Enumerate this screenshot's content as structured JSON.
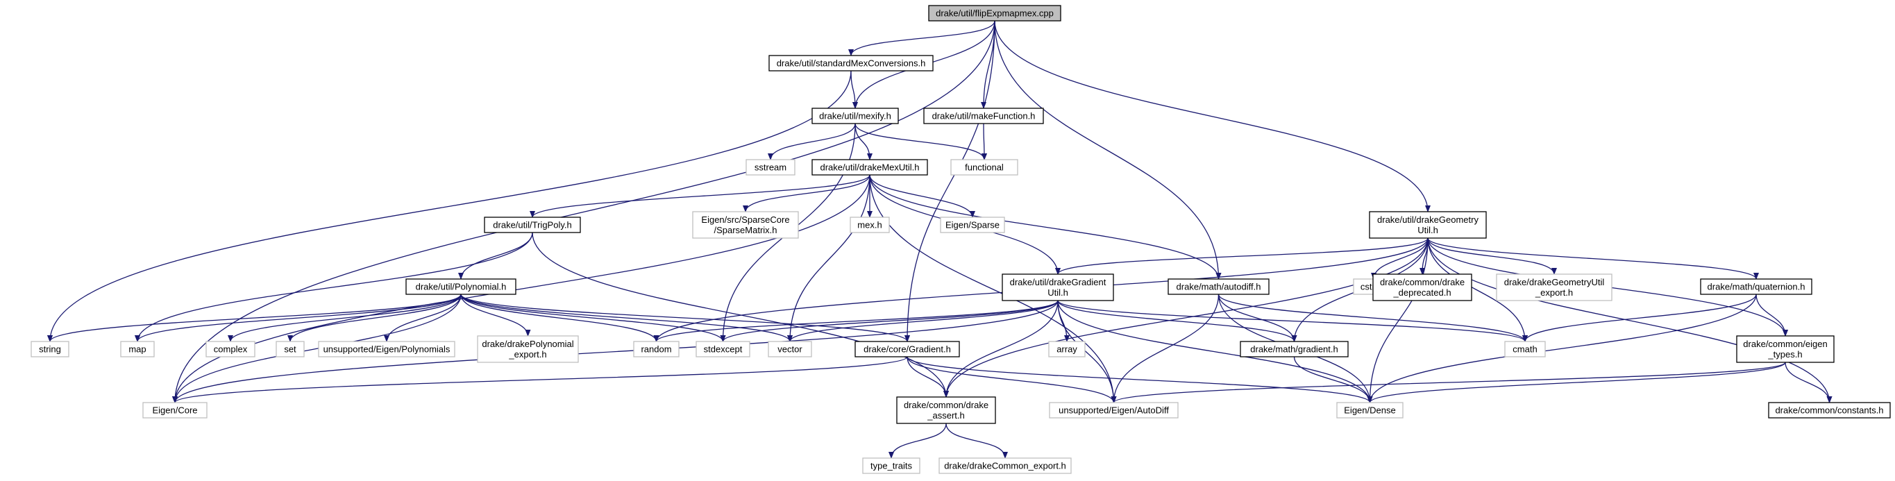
{
  "colors": {
    "edge": "#191970",
    "root_fill": "#bfbfbf",
    "node_border": "#000000",
    "external_border": "#bfbfbf",
    "background": "#ffffff"
  },
  "nodes": {
    "flipexpmapmex_cpp": {
      "lines": [
        "drake/util/flipExpmapmex.cpp"
      ],
      "style": "root"
    },
    "standardmexconversions_h": {
      "lines": [
        "drake/util/standardMexConversions.h"
      ],
      "style": "normal"
    },
    "mexify_h": {
      "lines": [
        "drake/util/mexify.h"
      ],
      "style": "normal"
    },
    "makefunction_h": {
      "lines": [
        "drake/util/makeFunction.h"
      ],
      "style": "normal"
    },
    "functional": {
      "lines": [
        "functional"
      ],
      "style": "external"
    },
    "sstream": {
      "lines": [
        "sstream"
      ],
      "style": "external"
    },
    "drakemexutil_h": {
      "lines": [
        "drake/util/drakeMexUtil.h"
      ],
      "style": "normal"
    },
    "trigpoly_h": {
      "lines": [
        "drake/util/TrigPoly.h"
      ],
      "style": "normal"
    },
    "sparsematrix_h": {
      "lines": [
        "Eigen/src/SparseCore",
        "/SparseMatrix.h"
      ],
      "style": "external"
    },
    "mex_h": {
      "lines": [
        "mex.h"
      ],
      "style": "external"
    },
    "eigen_sparse": {
      "lines": [
        "Eigen/Sparse"
      ],
      "style": "external"
    },
    "drakegeometryutil_h": {
      "lines": [
        "drake/util/drakeGeometry",
        "Util.h"
      ],
      "style": "normal"
    },
    "polynomial_h": {
      "lines": [
        "drake/util/Polynomial.h"
      ],
      "style": "normal"
    },
    "drakegradientutil_h": {
      "lines": [
        "drake/util/drakeGradient",
        "Util.h"
      ],
      "style": "normal"
    },
    "autodiff_h": {
      "lines": [
        "drake/math/autodiff.h"
      ],
      "style": "normal"
    },
    "cstring": {
      "lines": [
        "cstring"
      ],
      "style": "external"
    },
    "drake_deprecated_h": {
      "lines": [
        "drake/common/drake",
        "_deprecated.h"
      ],
      "style": "normal"
    },
    "drakegeometryutil_export_h": {
      "lines": [
        "drake/drakeGeometryUtil",
        "_export.h"
      ],
      "style": "external"
    },
    "quaternion_h": {
      "lines": [
        "drake/math/quaternion.h"
      ],
      "style": "normal"
    },
    "string": {
      "lines": [
        "string"
      ],
      "style": "external"
    },
    "map": {
      "lines": [
        "map"
      ],
      "style": "external"
    },
    "complex": {
      "lines": [
        "complex"
      ],
      "style": "external"
    },
    "set": {
      "lines": [
        "set"
      ],
      "style": "external"
    },
    "eigen_polynomials": {
      "lines": [
        "unsupported/Eigen/Polynomials"
      ],
      "style": "external"
    },
    "drakepolynomial_export_h": {
      "lines": [
        "drake/drakePolynomial",
        "_export.h"
      ],
      "style": "external"
    },
    "random": {
      "lines": [
        "random"
      ],
      "style": "external"
    },
    "stdexcept": {
      "lines": [
        "stdexcept"
      ],
      "style": "external"
    },
    "vector": {
      "lines": [
        "vector"
      ],
      "style": "external"
    },
    "gradient_core_h": {
      "lines": [
        "drake/core/Gradient.h"
      ],
      "style": "normal"
    },
    "array": {
      "lines": [
        "array"
      ],
      "style": "external"
    },
    "math_gradient_h": {
      "lines": [
        "drake/math/gradient.h"
      ],
      "style": "normal"
    },
    "cmath": {
      "lines": [
        "cmath"
      ],
      "style": "external"
    },
    "eigen_types_h": {
      "lines": [
        "drake/common/eigen",
        "_types.h"
      ],
      "style": "normal"
    },
    "eigen_core": {
      "lines": [
        "Eigen/Core"
      ],
      "style": "external"
    },
    "drake_assert_h": {
      "lines": [
        "drake/common/drake",
        "_assert.h"
      ],
      "style": "normal"
    },
    "eigen_autodiff": {
      "lines": [
        "unsupported/Eigen/AutoDiff"
      ],
      "style": "external"
    },
    "eigen_dense": {
      "lines": [
        "Eigen/Dense"
      ],
      "style": "external"
    },
    "constants_h": {
      "lines": [
        "drake/common/constants.h"
      ],
      "style": "normal"
    },
    "type_traits": {
      "lines": [
        "type_traits"
      ],
      "style": "external"
    },
    "drakecommon_export_h": {
      "lines": [
        "drake/drakeCommon_export.h"
      ],
      "style": "external"
    }
  },
  "edges": [
    [
      "flipexpmapmex_cpp",
      "standardmexconversions_h"
    ],
    [
      "flipexpmapmex_cpp",
      "mexify_h"
    ],
    [
      "flipexpmapmex_cpp",
      "makefunction_h"
    ],
    [
      "flipexpmapmex_cpp",
      "eigen_core"
    ],
    [
      "flipexpmapmex_cpp",
      "drakegeometryutil_h"
    ],
    [
      "flipexpmapmex_cpp",
      "autodiff_h"
    ],
    [
      "flipexpmapmex_cpp",
      "gradient_core_h"
    ],
    [
      "standardmexconversions_h",
      "mexify_h"
    ],
    [
      "standardmexconversions_h",
      "string"
    ],
    [
      "mexify_h",
      "functional"
    ],
    [
      "mexify_h",
      "sstream"
    ],
    [
      "mexify_h",
      "drakemexutil_h"
    ],
    [
      "mexify_h",
      "stdexcept"
    ],
    [
      "makefunction_h",
      "functional"
    ],
    [
      "drakemexutil_h",
      "trigpoly_h"
    ],
    [
      "drakemexutil_h",
      "sparsematrix_h"
    ],
    [
      "drakemexutil_h",
      "mex_h"
    ],
    [
      "drakemexutil_h",
      "eigen_sparse"
    ],
    [
      "drakemexutil_h",
      "drakegradientutil_h"
    ],
    [
      "drakemexutil_h",
      "autodiff_h"
    ],
    [
      "drakemexutil_h",
      "vector"
    ],
    [
      "drakemexutil_h",
      "eigen_core"
    ],
    [
      "drakemexutil_h",
      "eigen_autodiff"
    ],
    [
      "trigpoly_h",
      "polynomial_h"
    ],
    [
      "trigpoly_h",
      "map"
    ],
    [
      "trigpoly_h",
      "drake_assert_h"
    ],
    [
      "polynomial_h",
      "string"
    ],
    [
      "polynomial_h",
      "map"
    ],
    [
      "polynomial_h",
      "complex"
    ],
    [
      "polynomial_h",
      "set"
    ],
    [
      "polynomial_h",
      "eigen_polynomials"
    ],
    [
      "polynomial_h",
      "drakepolynomial_export_h"
    ],
    [
      "polynomial_h",
      "random"
    ],
    [
      "polynomial_h",
      "stdexcept"
    ],
    [
      "polynomial_h",
      "vector"
    ],
    [
      "polynomial_h",
      "eigen_core"
    ],
    [
      "polynomial_h",
      "gradient_core_h"
    ],
    [
      "drakegradientutil_h",
      "random"
    ],
    [
      "drakegradientutil_h",
      "stdexcept"
    ],
    [
      "drakegradientutil_h",
      "vector"
    ],
    [
      "drakegradientutil_h",
      "array"
    ],
    [
      "drakegradientutil_h",
      "math_gradient_h"
    ],
    [
      "drakegradientutil_h",
      "cmath"
    ],
    [
      "drakegradientutil_h",
      "eigen_core"
    ],
    [
      "drakegradientutil_h",
      "drake_assert_h"
    ],
    [
      "drakegradientutil_h",
      "eigen_autodiff"
    ],
    [
      "drakegradientutil_h",
      "eigen_dense"
    ],
    [
      "autodiff_h",
      "math_gradient_h"
    ],
    [
      "autodiff_h",
      "cmath"
    ],
    [
      "autodiff_h",
      "eigen_autodiff"
    ],
    [
      "autodiff_h",
      "eigen_dense"
    ],
    [
      "drakegeometryutil_h",
      "cstring"
    ],
    [
      "drakegeometryutil_h",
      "drake_deprecated_h"
    ],
    [
      "drakegeometryutil_h",
      "drakegeometryutil_export_h"
    ],
    [
      "drakegeometryutil_h",
      "quaternion_h"
    ],
    [
      "drakegeometryutil_h",
      "drakegradientutil_h"
    ],
    [
      "drakegeometryutil_h",
      "math_gradient_h"
    ],
    [
      "drakegeometryutil_h",
      "cmath"
    ],
    [
      "drakegeometryutil_h",
      "eigen_types_h"
    ],
    [
      "drakegeometryutil_h",
      "constants_h"
    ],
    [
      "drakegeometryutil_h",
      "eigen_dense"
    ],
    [
      "drakegeometryutil_h",
      "random"
    ],
    [
      "drakegeometryutil_h",
      "drake_assert_h"
    ],
    [
      "quaternion_h",
      "cmath"
    ],
    [
      "quaternion_h",
      "eigen_types_h"
    ],
    [
      "quaternion_h",
      "eigen_dense"
    ],
    [
      "gradient_core_h",
      "eigen_core"
    ],
    [
      "gradient_core_h",
      "drake_assert_h"
    ],
    [
      "gradient_core_h",
      "eigen_autodiff"
    ],
    [
      "gradient_core_h",
      "eigen_dense"
    ],
    [
      "math_gradient_h",
      "eigen_dense"
    ],
    [
      "eigen_types_h",
      "eigen_dense"
    ],
    [
      "eigen_types_h",
      "eigen_autodiff"
    ],
    [
      "eigen_types_h",
      "constants_h"
    ],
    [
      "drake_assert_h",
      "type_traits"
    ],
    [
      "drake_assert_h",
      "drakecommon_export_h"
    ]
  ]
}
